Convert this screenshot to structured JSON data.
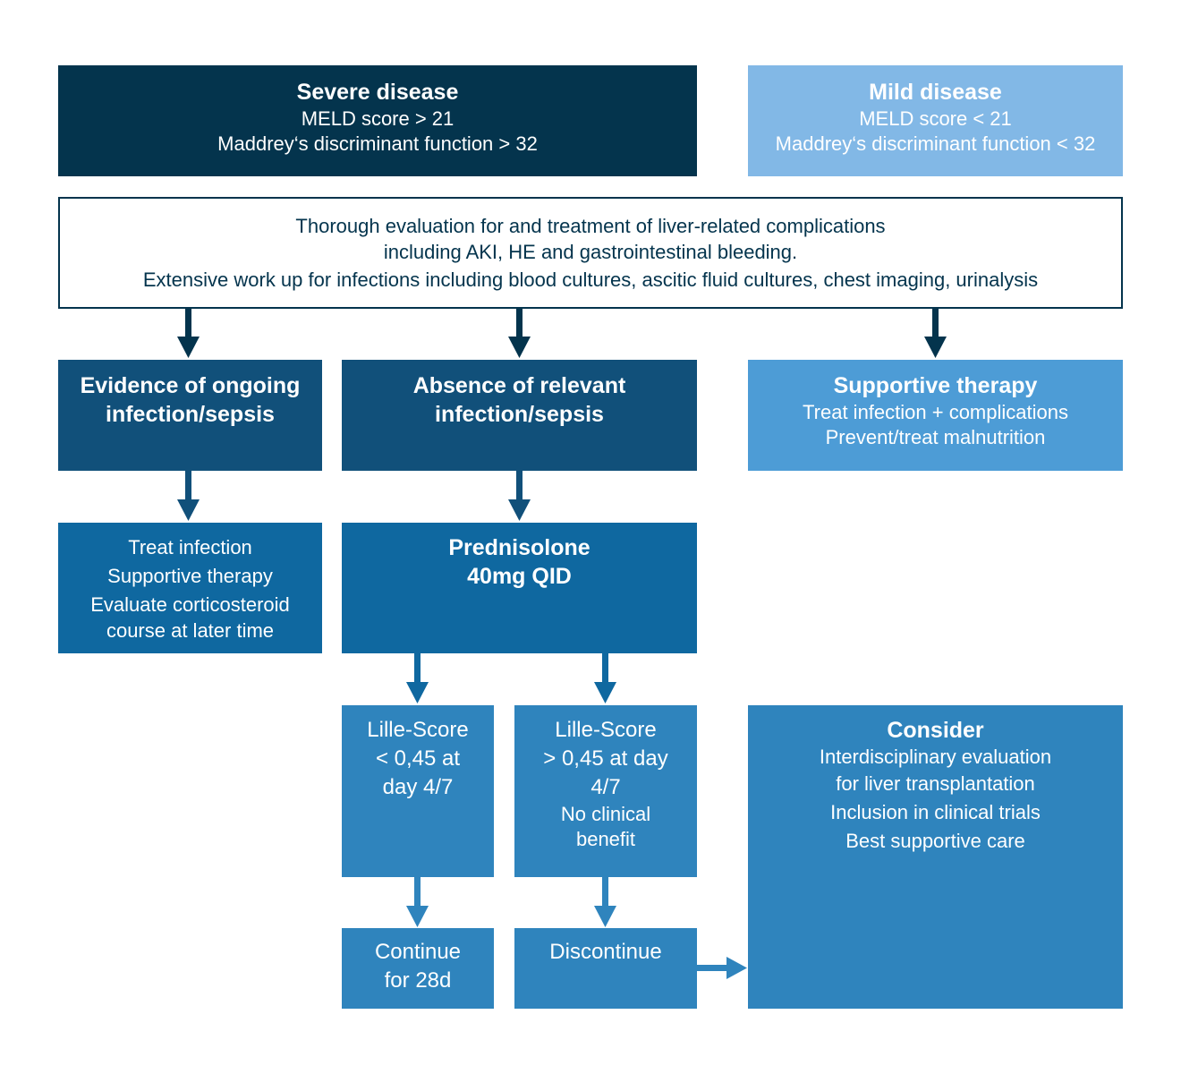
{
  "severe": {
    "title": "Severe disease",
    "line1": "MELD score > 21",
    "line2": "Maddrey‘s discriminant function > 32"
  },
  "mild": {
    "title": "Mild disease",
    "line1": "MELD score < 21",
    "line2": "Maddrey‘s discriminant function < 32"
  },
  "evaluation": {
    "line1": "Thorough evaluation for and treatment of liver-related complications",
    "line2": "including AKI, HE and gastrointestinal bleeding.",
    "line3": "Extensive work up for infections including blood cultures, ascitic fluid cultures, chest imaging, urinalysis"
  },
  "infection": {
    "title1": "Evidence of ongoing",
    "title2": "infection/sepsis"
  },
  "no_infection": {
    "title1": "Absence of relevant",
    "title2": "infection/sepsis"
  },
  "supportive": {
    "title": "Supportive therapy",
    "line1": "Treat infection + complications",
    "line2": "Prevent/treat malnutrition"
  },
  "treat": {
    "line1": "Treat infection",
    "line2": "Supportive therapy",
    "line3": "Evaluate corticosteroid",
    "line4": "course at later time"
  },
  "prednisolone": {
    "title1": "Prednisolone",
    "title2": "40mg QID"
  },
  "lille_low": {
    "line1": "Lille-Score",
    "line2": "< 0,45 at",
    "line3": "day 4/7"
  },
  "lille_high": {
    "line1": "Lille-Score",
    "line2": "> 0,45 at day",
    "line3": "4/7",
    "line4": "No clinical",
    "line5": "benefit"
  },
  "consider": {
    "title": "Consider",
    "line1": "Interdisciplinary evaluation",
    "line2": "for liver transplantation",
    "line3": "Inclusion in clinical trials",
    "line4": "Best supportive care"
  },
  "continue": {
    "line1": "Continue",
    "line2": "for 28d"
  },
  "discontinue": {
    "line1": "Discontinue"
  },
  "colors": {
    "dark": "#04344d",
    "navy": "#11507a",
    "mid": "#0f68a0",
    "steel": "#2f84bd",
    "sky": "#4d9cd6",
    "light": "#82b8e6"
  }
}
